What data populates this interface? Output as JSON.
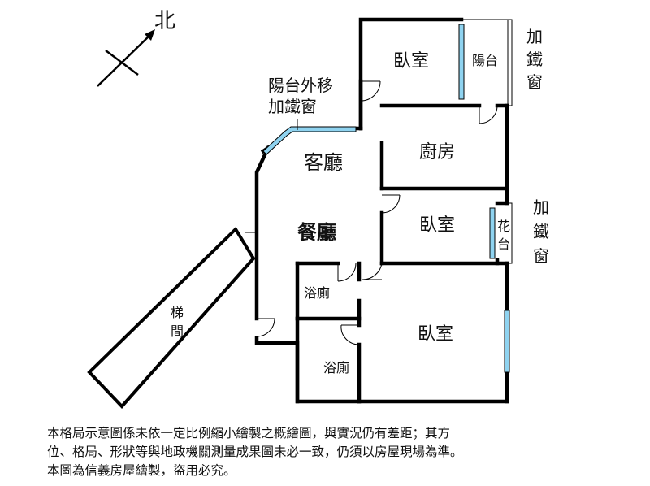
{
  "compass": {
    "north_label": "北"
  },
  "rooms": {
    "bedroom_top": "臥室",
    "balcony": "陽台",
    "kitchen": "廚房",
    "bedroom_mid": "臥室",
    "living_room": "客廳",
    "dining_room": "餐廳",
    "bath_upper": "浴廁",
    "bath_lower": "浴廁",
    "bedroom_bottom": "臥室",
    "stairwell": [
      "梯",
      "間"
    ],
    "planter": [
      "花",
      "台"
    ]
  },
  "notes": {
    "balcony_moved_line1": "陽台外移",
    "balcony_moved_line2": "加鐵窗",
    "iron_window_top": [
      "加",
      "鐵",
      "窗"
    ],
    "iron_window_mid": [
      "加",
      "鐵",
      "窗"
    ]
  },
  "disclaimer": [
    "本格局示意圖係未依一定比例縮小繪製之概繪圖，與實況仍有差距；其方",
    "位、格局、形狀等與地政機關測量成果圖未必一致，仍須以房屋現場為準。",
    "本圖為信義房屋繪製，盜用必究。"
  ]
}
